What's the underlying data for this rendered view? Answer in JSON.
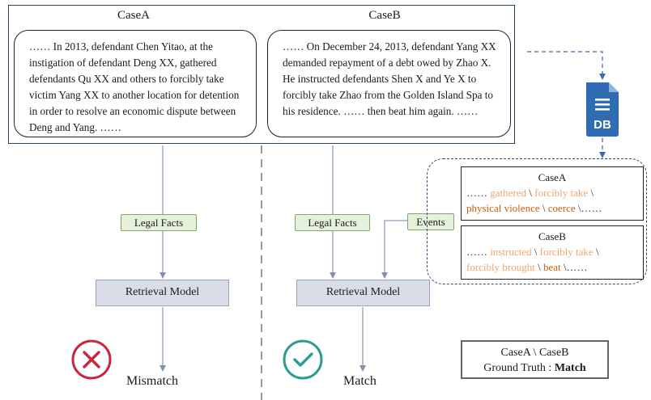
{
  "case_a": {
    "title": "CaseA",
    "text": "…… In 2013, defendant Chen Yitao, at the instigation of defendant Deng XX, gathered defendants Qu XX and others to forcibly take victim Yang XX to another location for detention in order to resolve an economic dispute between Deng and Yang. ……"
  },
  "case_b": {
    "title": "CaseB",
    "text": "…… On December 24, 2013, defendant Yang XX demanded repayment of a debt owed by Zhao X. He instructed defendants Shen X and Ye X to forcibly take Zhao from the Golden Island Spa to his residence. …… then beat him again. ……"
  },
  "left_path": {
    "tag": "Legal Facts",
    "model": "Retrieval Model",
    "result": "Mismatch"
  },
  "right_path": {
    "tag": "Legal Facts",
    "events_tag": "Events",
    "model": "Retrieval Model",
    "result": "Match"
  },
  "db_label": "DB",
  "events_panel": {
    "case_a": {
      "title": "CaseA",
      "line1": {
        "lead": "…… ",
        "w1": "gathered",
        "s1": " \\ ",
        "w2": "forcibly take",
        "s2": " \\"
      },
      "line2": {
        "w1": "physical violence",
        "s1": " \\ ",
        "w2": "coerce",
        "s2": " \\……"
      }
    },
    "case_b": {
      "title": "CaseB",
      "line1": {
        "lead": "…… ",
        "w1": "instructed",
        "s1": " \\ ",
        "w2": "forcibly take",
        "s2": " \\"
      },
      "line2": {
        "w1": "forcibly brought",
        "s1": " \\ ",
        "w2": "beat",
        "s2": " \\……"
      }
    }
  },
  "ground_truth": {
    "line1": "CaseA \\ CaseB",
    "label": "Ground Truth : ",
    "value": "Match"
  },
  "colors": {
    "frame": "#27425f",
    "db_blue": "#2f6cb4",
    "mismatch_red": "#c9283a",
    "match_teal": "#2a9d8f",
    "event_light": "#f0a46e",
    "event_strong": "#cc5a12"
  }
}
